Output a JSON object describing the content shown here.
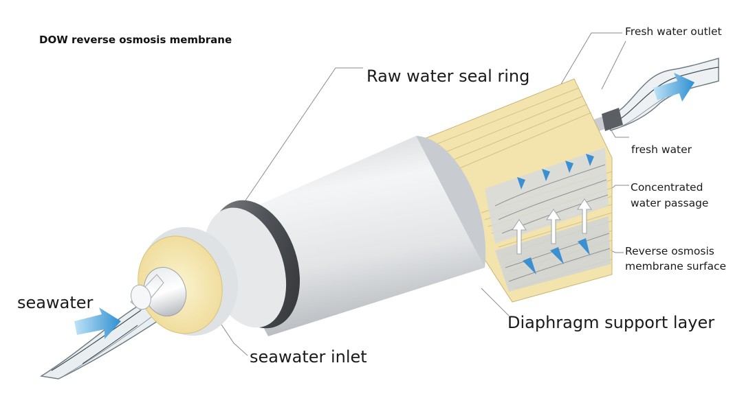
{
  "title": "DOW  reverse osmosis membrane",
  "labels": {
    "raw_water_seal_ring": "Raw water seal ring",
    "fresh_water_outlet": "Fresh water outlet",
    "fresh_water": "fresh water",
    "concentrated_water_passage_line1": "Concentrated",
    "concentrated_water_passage_line2": "water passage",
    "ro_membrane_surface_line1": "Reverse osmosis",
    "ro_membrane_surface_line2": "membrane surface",
    "diaphragm_support_layer": "Diaphragm support layer",
    "seawater": "seawater",
    "seawater_inlet": "seawater inlet"
  },
  "colors": {
    "membrane_tube": "#d9dcde",
    "seal_ring": "#5f6266",
    "membrane_layer": "#f3e3ad",
    "flow_arrow": "#4aa3d8",
    "leader_line": "#8a8a8a"
  }
}
